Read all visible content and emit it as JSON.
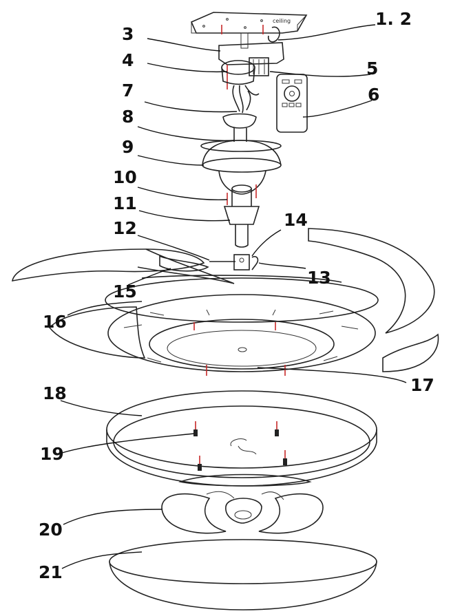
{
  "title": "",
  "callouts": [
    {
      "id": "c1-2",
      "text": "1. 2"
    },
    {
      "id": "c3",
      "text": "3"
    },
    {
      "id": "c4",
      "text": "4"
    },
    {
      "id": "c5",
      "text": "5"
    },
    {
      "id": "c6",
      "text": "6"
    },
    {
      "id": "c7",
      "text": "7"
    },
    {
      "id": "c8",
      "text": "8"
    },
    {
      "id": "c9",
      "text": "9"
    },
    {
      "id": "c10",
      "text": "10"
    },
    {
      "id": "c11",
      "text": "11"
    },
    {
      "id": "c12",
      "text": "12"
    },
    {
      "id": "c13",
      "text": "13"
    },
    {
      "id": "c14",
      "text": "14"
    },
    {
      "id": "c15",
      "text": "15"
    },
    {
      "id": "c16",
      "text": "16"
    },
    {
      "id": "c17",
      "text": "17"
    },
    {
      "id": "c18",
      "text": "18"
    },
    {
      "id": "c19",
      "text": "19"
    },
    {
      "id": "c20",
      "text": "20"
    },
    {
      "id": "c21",
      "text": "21"
    }
  ],
  "ceiling_label": "ceiling",
  "colors": {
    "line": "#222222",
    "screw": "#c62828",
    "background": "#ffffff"
  }
}
